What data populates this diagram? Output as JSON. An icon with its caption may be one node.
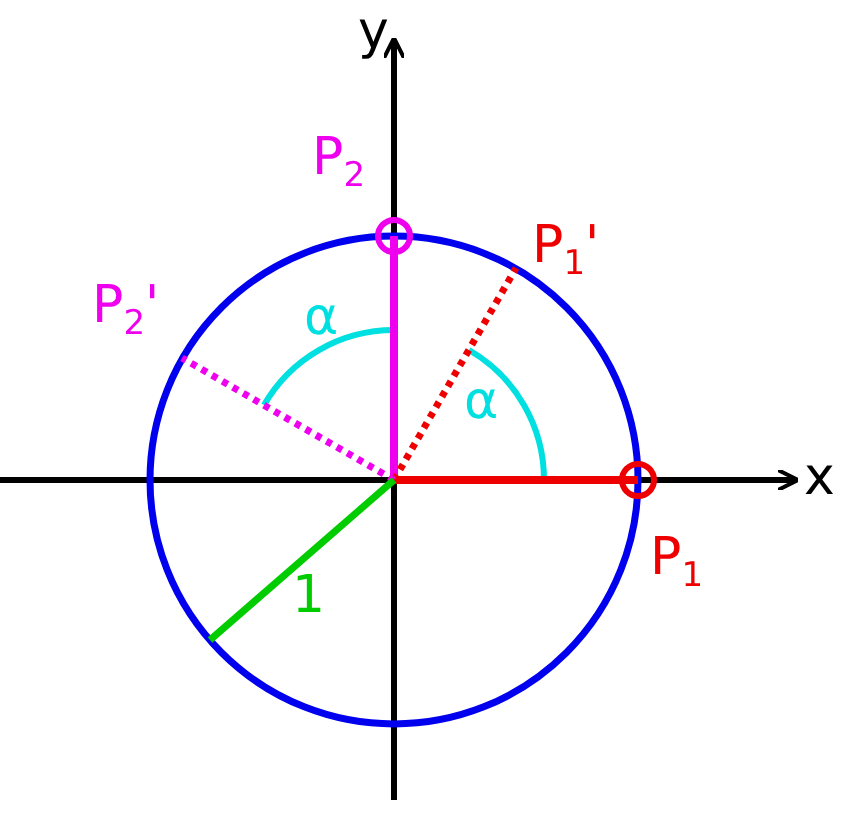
{
  "diagram": {
    "labels": [
      "y",
      "P$_{2}$",
      "P$_{1}$'",
      "P$_{2}$'",
      "α",
      "α",
      "x",
      "1",
      "P$_{1}$"
    ]
  }
}
